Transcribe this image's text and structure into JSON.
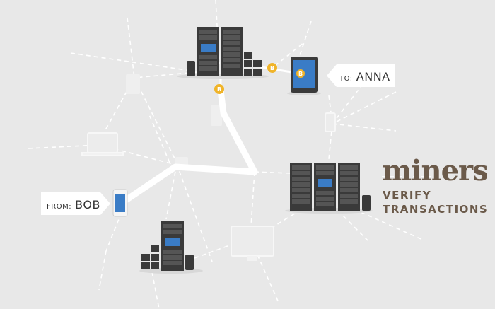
{
  "sender": {
    "prefix": "FROM:",
    "name": "BOB"
  },
  "recipient": {
    "prefix": "TO:",
    "name": "ANNA"
  },
  "headline": {
    "title": "miners",
    "line1": "VERIFY",
    "line2": "TRANSACTIONS"
  },
  "coin_symbol": "B",
  "colors": {
    "background": "#e8e8e8",
    "path": "#ffffff",
    "network_lines": "#ffffff",
    "server": "#3a3a3a",
    "screen": "#3a7cc6",
    "coin": "#f0b429",
    "brand": "#6b5a4a",
    "faded_device": "#f2f2f2"
  },
  "icons": [
    "phone-icon",
    "tablet-icon",
    "server-rack-icon",
    "bitcoin-coin-icon",
    "laptop-icon",
    "monitor-icon"
  ]
}
